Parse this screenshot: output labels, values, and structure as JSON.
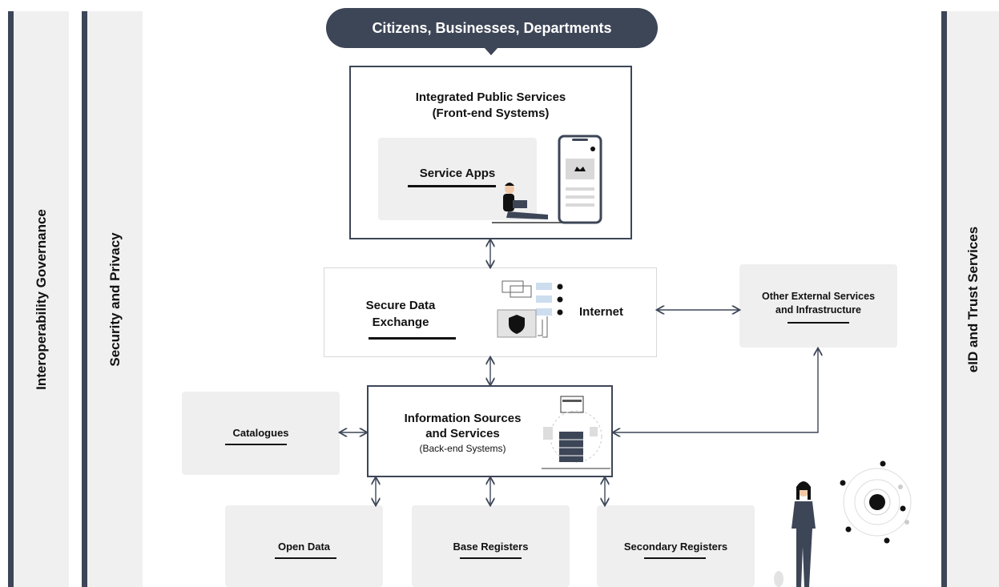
{
  "sidebars": {
    "interoperability_governance": "Interoperability Governance",
    "security_privacy": "Security and Privacy",
    "eid_trust": "eID and Trust Services"
  },
  "top_bubble": "Citizens, Businesses, Departments",
  "integrated_services": {
    "title_line1": "Integrated Public Services",
    "title_line2": "(Front-end Systems)",
    "service_apps": "Service Apps"
  },
  "exchange": {
    "title_line1": "Secure Data",
    "title_line2": "Exchange",
    "internet": "Internet"
  },
  "external": {
    "title_line1": "Other External Services",
    "title_line2": "and Infrastructure"
  },
  "catalogues": "Catalogues",
  "info_sources": {
    "title_line1": "Information Sources",
    "title_line2": "and Services",
    "subtitle": "(Back-end Systems)"
  },
  "bottom_boxes": {
    "open_data": "Open Data",
    "base_registers": "Base Registers",
    "secondary_registers": "Secondary Registers"
  },
  "colors": {
    "dark_slate": "#3d4657",
    "panel_grey": "#efefef",
    "sidebar_grey": "#f0f0f0"
  }
}
